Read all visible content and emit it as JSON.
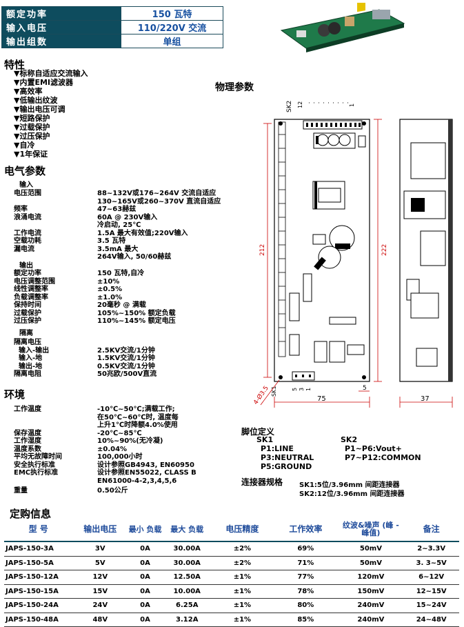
{
  "header": {
    "rows": [
      {
        "label": "额定功率",
        "value": "150 瓦特"
      },
      {
        "label": "输入电压",
        "value": "110/220V 交流"
      },
      {
        "label": "输出组数",
        "value": "单组"
      }
    ]
  },
  "features": {
    "title": "特性",
    "items": [
      "▼标称自适应交流输入",
      "▼内置EMI滤波器",
      "▼高效率",
      "▼低输出纹波",
      "▼输出电压可调",
      "▼短路保护",
      "▼过载保护",
      "▼过压保护",
      "▼自冷",
      "▼1年保证"
    ]
  },
  "physical": {
    "title": "物理参数",
    "labels": {
      "sk2": "SK2",
      "p12": "12",
      "p1": "1",
      "sk1": "SK1",
      "n5": "5",
      "n3": "3",
      "n1": "1",
      "d212": "212",
      "d222": "222",
      "d75": "75",
      "d5": "5",
      "d37": "37",
      "hole": "4-Ø3.5"
    }
  },
  "electrical": {
    "title": "电气参数",
    "input_title": "输入",
    "input": [
      {
        "k": "电压范围",
        "v": "88~132V或176~264V 交流自适应"
      },
      {
        "k": "",
        "v": "130~165V或260~370V 直流自适应"
      },
      {
        "k": "频率",
        "v": "47~63赫兹"
      },
      {
        "k": "浪涌电流",
        "v": "60A @ 230V输入"
      },
      {
        "k": "",
        "v": "冷启动, 25℃"
      },
      {
        "k": "工作电流",
        "v": "1.5A 最大有效值;220V输入"
      },
      {
        "k": "空载功耗",
        "v": "3.5 瓦特"
      },
      {
        "k": "漏电流",
        "v": "3.5mA 最大"
      },
      {
        "k": "",
        "v": "264V输入, 50/60赫兹"
      }
    ],
    "output_title": "输出",
    "output": [
      {
        "k": "额定功率",
        "v": "150 瓦特,自冷"
      },
      {
        "k": "电压调整范围",
        "v": "±10%"
      },
      {
        "k": "线性调整率",
        "v": "±0.5%"
      },
      {
        "k": "负载调整率",
        "v": "±1.0%"
      },
      {
        "k": "保持时间",
        "v": "20毫秒 @ 满载"
      },
      {
        "k": "过载保护",
        "v": "105%~150% 额定负载"
      },
      {
        "k": "过压保护",
        "v": "110%~145% 额定电压"
      }
    ],
    "isolation_title": "隔离",
    "isolation": [
      {
        "k": "隔离电压",
        "v": ""
      },
      {
        "k": "  输入-输出",
        "v": "2.5KV交流/1分钟"
      },
      {
        "k": "  输入-地",
        "v": "1.5KV交流/1分钟"
      },
      {
        "k": "  输出-地",
        "v": "0.5KV交流/1分钟"
      },
      {
        "k": "隔离电阻",
        "v": "50兆欧/500V直流"
      }
    ]
  },
  "environment": {
    "title": "环境",
    "rows": [
      {
        "k": "工作温度",
        "v": "-10℃~50℃;满载工作;"
      },
      {
        "k": "",
        "v": "在50℃~60℃时, 温度每"
      },
      {
        "k": "",
        "v": "上升1℃时降额4.0%使用"
      },
      {
        "k": "保存温度",
        "v": "-20℃~85℃"
      },
      {
        "k": "工作湿度",
        "v": "10%~90%(无冷凝)"
      },
      {
        "k": "温度系数",
        "v": "±0.04%"
      },
      {
        "k": "平均无故障时间",
        "v": "100,000小时"
      },
      {
        "k": "安全执行标准",
        "v": "设计参照GB4943, EN60950"
      },
      {
        "k": "EMC执行标准",
        "v": "设计参照EN55022, CLASS B"
      },
      {
        "k": "",
        "v": "EN61000-4-2,3,4,5,6"
      },
      {
        "k": "重量",
        "v": "0.50公斤"
      }
    ]
  },
  "pins": {
    "title": "脚位定义",
    "sk1_title": "SK1",
    "sk1": [
      "P1:LINE",
      "P3:NEUTRAL",
      "P5:GROUND"
    ],
    "sk2_title": "SK2",
    "sk2": [
      "P1~P6:Vout+",
      "P7~P12:COMMON"
    ],
    "conn_title": "连接器规格",
    "conn": [
      "SK1:5位/3.96mm 间距连接器",
      "SK2:12位/3.96mm 间距连接器"
    ]
  },
  "order": {
    "title": "定购信息",
    "headers": [
      "型 号",
      "输出电压",
      "最小 负载",
      "最大 负载",
      "电压精度",
      "工作效率",
      "纹波&噪声 (峰 - 峰值)",
      "备注"
    ],
    "rows": [
      [
        "JAPS-150-3A",
        "3V",
        "0A",
        "30.00A",
        "±2%",
        "69%",
        "50mV",
        "2~3.3V"
      ],
      [
        "JAPS-150-5A",
        "5V",
        "0A",
        "30.00A",
        "±2%",
        "71%",
        "50mV",
        "3. 3~5V"
      ],
      [
        "JAPS-150-12A",
        "12V",
        "0A",
        "12.50A",
        "±1%",
        "77%",
        "120mV",
        "6~12V"
      ],
      [
        "JAPS-150-15A",
        "15V",
        "0A",
        "10.00A",
        "±1%",
        "78%",
        "150mV",
        "12~15V"
      ],
      [
        "JAPS-150-24A",
        "24V",
        "0A",
        "6.25A",
        "±1%",
        "80%",
        "240mV",
        "15~24V"
      ],
      [
        "JAPS-150-48A",
        "48V",
        "0A",
        "3.12A",
        "±1%",
        "85%",
        "240mV",
        "24~48V"
      ]
    ]
  }
}
